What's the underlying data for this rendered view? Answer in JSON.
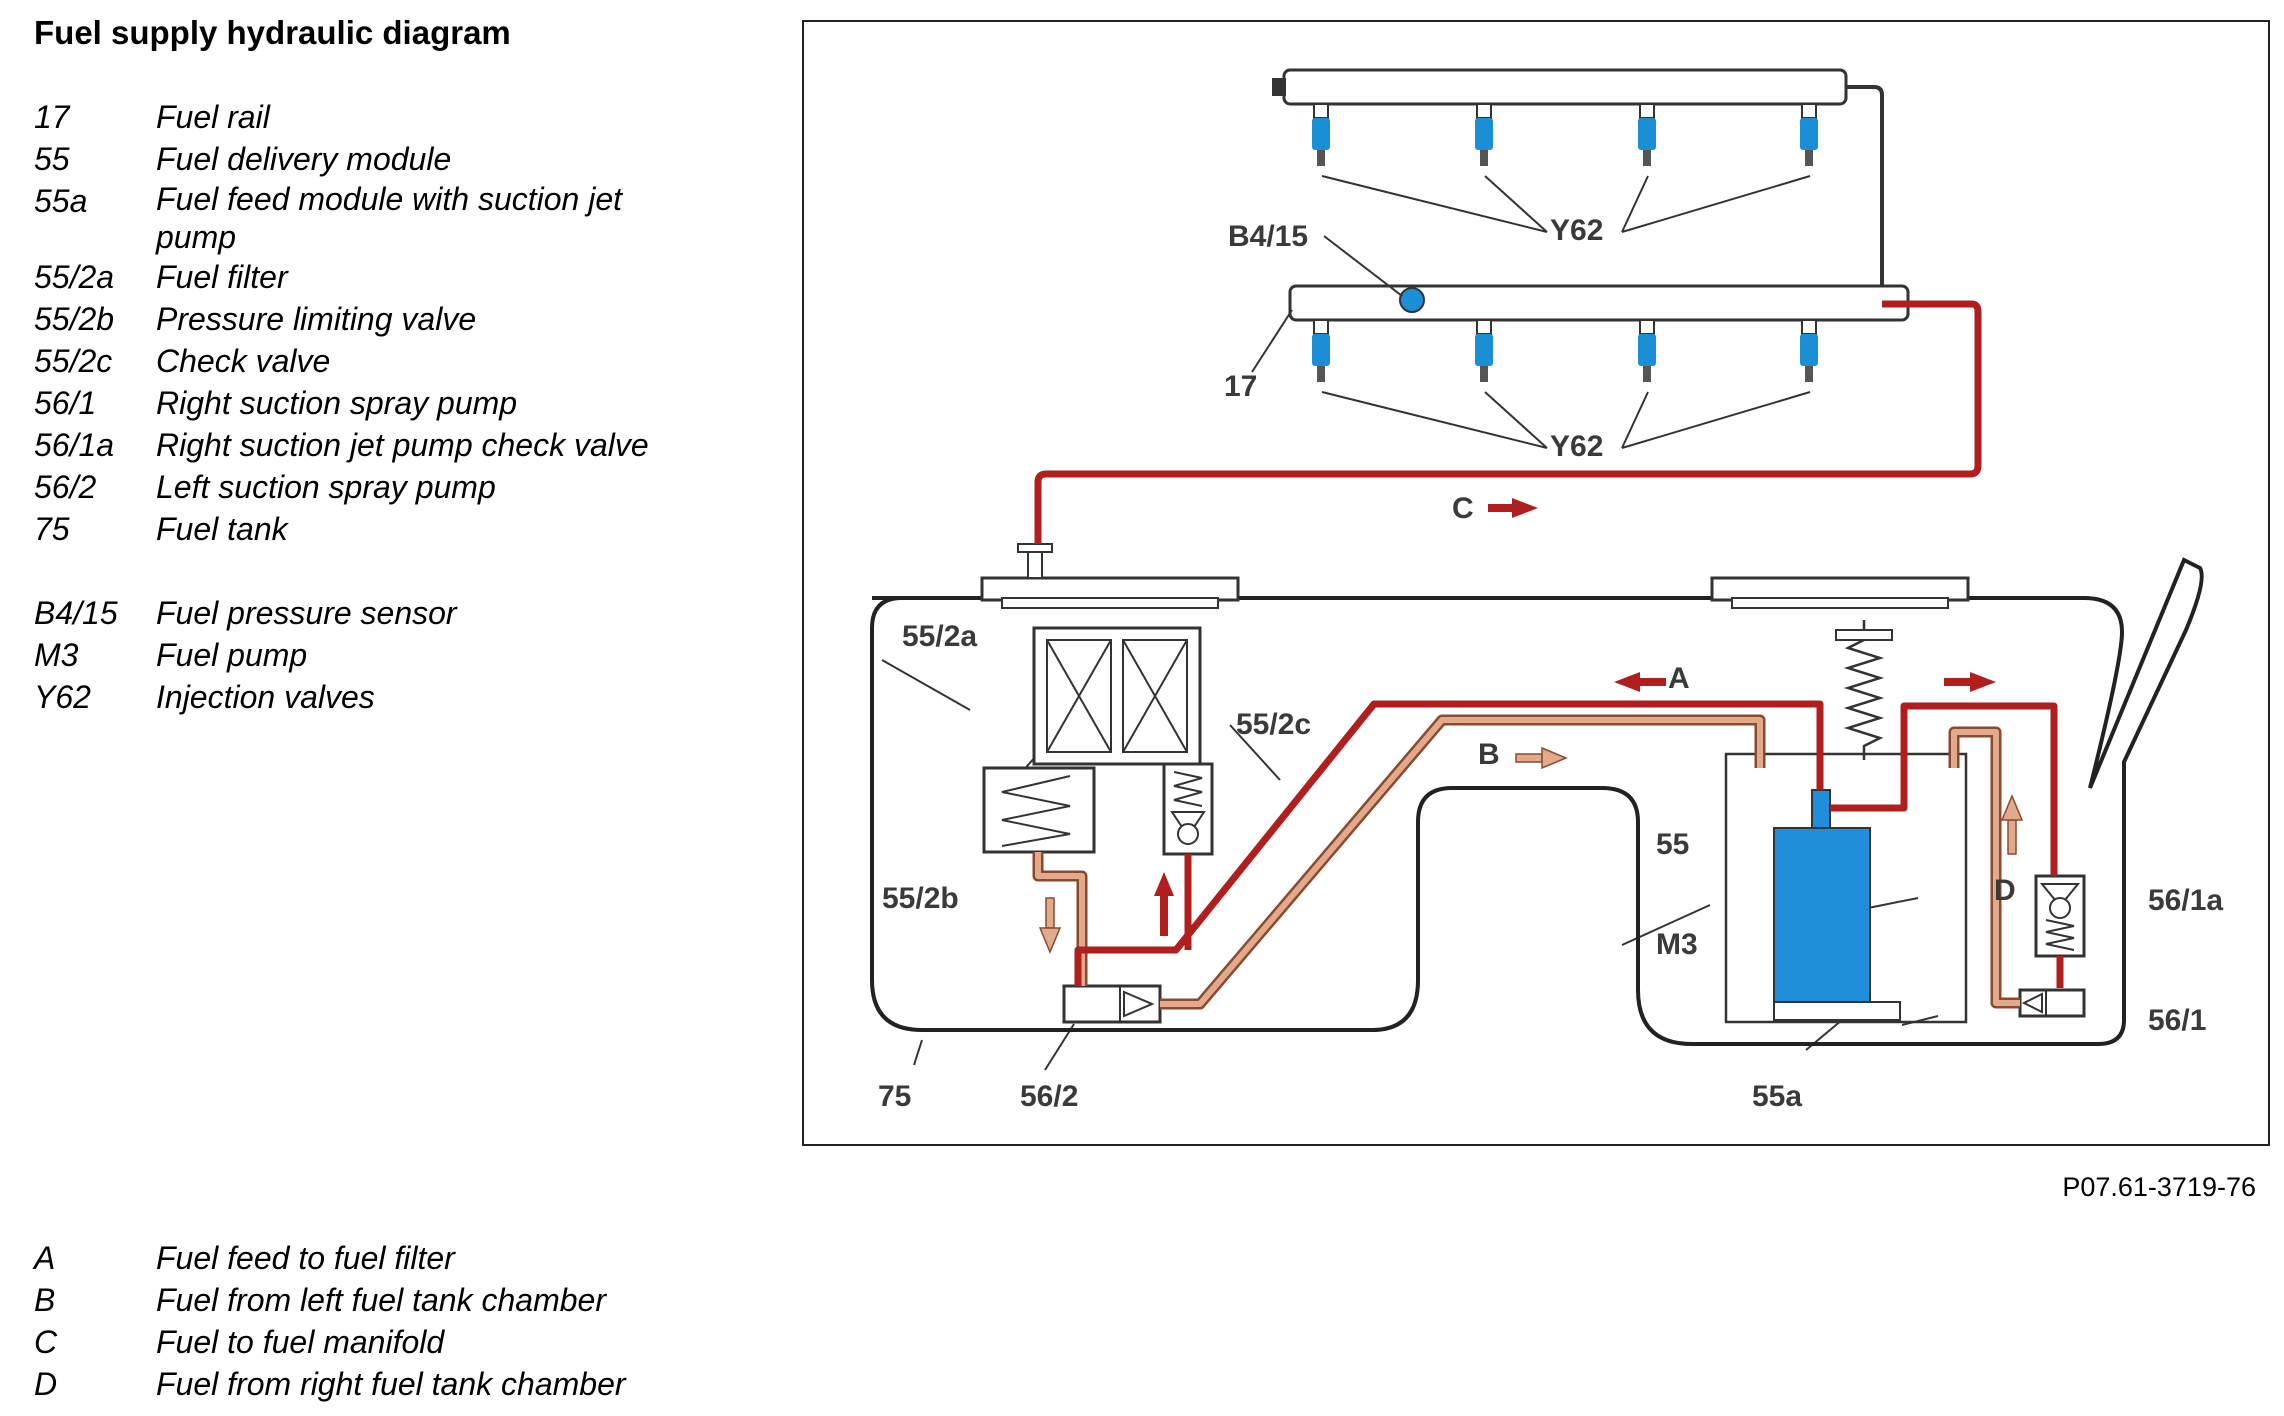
{
  "title": "Fuel supply hydraulic diagram",
  "legend_components": [
    {
      "code": "17",
      "desc": "Fuel rail"
    },
    {
      "code": "55",
      "desc": "Fuel delivery module"
    },
    {
      "code": "55a",
      "desc": "Fuel feed module with suction jet pump"
    },
    {
      "code": "55/2a",
      "desc": "Fuel filter"
    },
    {
      "code": "55/2b",
      "desc": "Pressure limiting valve"
    },
    {
      "code": "55/2c",
      "desc": "Check valve"
    },
    {
      "code": "56/1",
      "desc": "Right suction spray pump"
    },
    {
      "code": "56/1a",
      "desc": "Right suction jet pump check valve"
    },
    {
      "code": "56/2",
      "desc": "Left suction spray pump"
    },
    {
      "code": "75",
      "desc": "Fuel tank"
    }
  ],
  "legend_electrical": [
    {
      "code": "B4/15",
      "desc": "Fuel pressure sensor"
    },
    {
      "code": "M3",
      "desc": "Fuel pump"
    },
    {
      "code": "Y62",
      "desc": "Injection valves"
    }
  ],
  "legend_flows": [
    {
      "code": "A",
      "desc": "Fuel feed to fuel filter"
    },
    {
      "code": "B",
      "desc": "Fuel from left fuel tank chamber"
    },
    {
      "code": "C",
      "desc": "Fuel to fuel manifold"
    },
    {
      "code": "D",
      "desc": "Fuel from right fuel tank chamber"
    }
  ],
  "figure_ref": "P07.61-3719-76",
  "labels": {
    "y62_top": "Y62",
    "b4_15": "B4/15",
    "y62_bottom": "Y62",
    "rail_17": "17",
    "flow_c": "C",
    "filter_55_2a": "55/2a",
    "flow_a": "A",
    "flow_b": "B",
    "check_55_2c": "55/2c",
    "module_55": "55",
    "plv_55_2b": "55/2b",
    "pump_m3": "M3",
    "flow_d": "D",
    "valve_56_1a": "56/1a",
    "pump_56_1": "56/1",
    "tank_75": "75",
    "pump_56_2": "56/2",
    "module_55a": "55a"
  },
  "colors": {
    "feed_line": "#b01e1e",
    "return_line": "#d9957a",
    "injector_blue": "#1a8fd6",
    "pump_blue": "#1f8fdb",
    "outline": "#222222"
  }
}
